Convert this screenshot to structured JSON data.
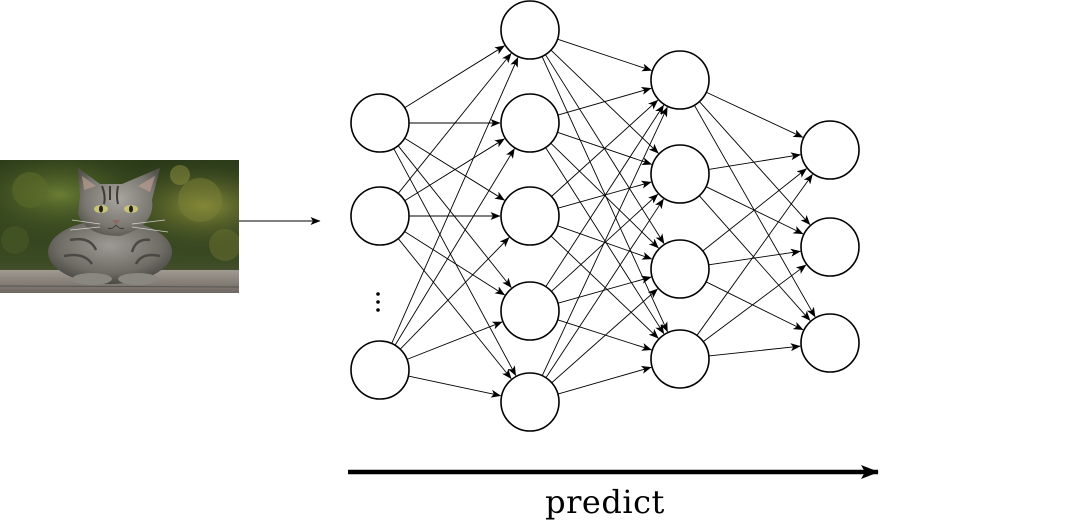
{
  "predict_label": "predict",
  "input_image": {
    "subject": "tabby cat"
  },
  "network": {
    "input_layer": {
      "visible_nodes": 3,
      "has_ellipsis": true
    },
    "hidden_layers": [
      {
        "nodes": 5
      },
      {
        "nodes": 4
      }
    ],
    "output_layer": {
      "nodes": 3
    },
    "fully_connected": true,
    "direction": "left-to-right"
  }
}
